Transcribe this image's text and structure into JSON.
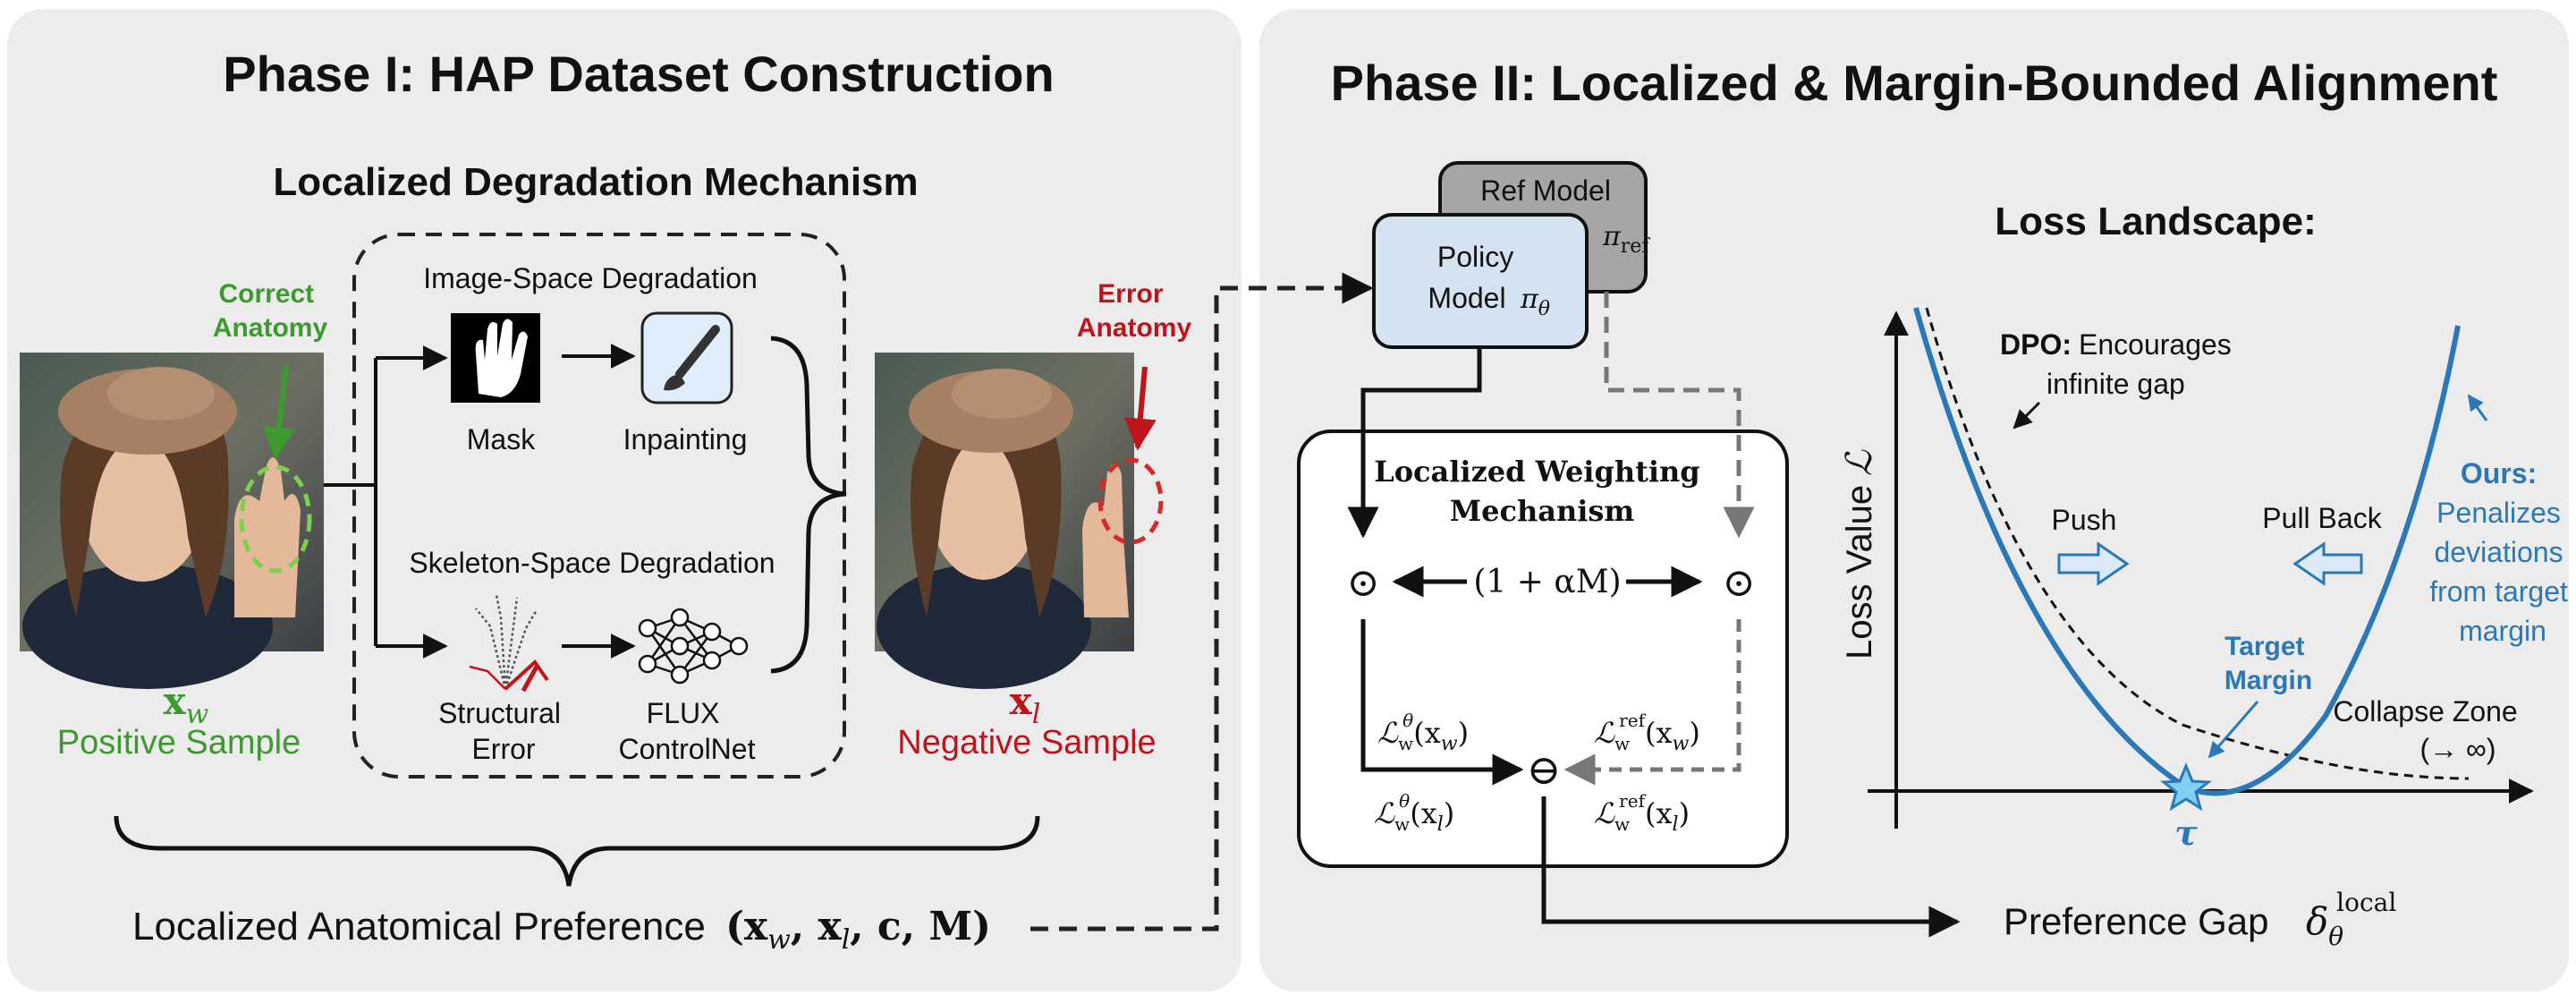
{
  "phase1": {
    "title": "Phase I: HAP Dataset Construction",
    "subtitle": "Localized Degradation Mechanism",
    "correct_anatomy": [
      "Correct",
      "Anatomy"
    ],
    "error_anatomy": [
      "Error",
      "Anatomy"
    ],
    "image_space": "Image-Space Degradation",
    "mask_label": "Mask",
    "inpainting_label": "Inpainting",
    "skeleton_space": "Skeleton-Space Degradation",
    "structural_error": [
      "Structural",
      "Error"
    ],
    "flux_controlnet": [
      "FLUX",
      "ControlNet"
    ],
    "xw_sym": "x",
    "xw_sub": "w",
    "positive_sample": "Positive Sample",
    "xl_sym": "x",
    "xl_sub": "l",
    "negative_sample": "Negative Sample",
    "preference_text": "Localized Anatomical Preference",
    "preference_tuple": "(x",
    "preference_tuple_parts": [
      "w",
      ", x",
      "l",
      ", c, M)"
    ]
  },
  "phase2": {
    "title": "Phase II: Localized & Margin-Bounded Alignment",
    "ref_model": "Ref Model",
    "pi_ref": "π",
    "pi_ref_sub": "ref",
    "policy_model": [
      "Policy",
      "Model"
    ],
    "pi_theta": "π",
    "pi_theta_sub": "θ",
    "weighting_title": [
      "Localized Weighting",
      "Mechanism"
    ],
    "odot": "⊙",
    "ominus": "⊖",
    "weight_expr": "(1 + αM)",
    "loss_theta_w": {
      "L": "ℒ",
      "sub": "w",
      "sup": "θ",
      "arg": "(x",
      "argsub": "w",
      "close": ")"
    },
    "loss_theta_l": {
      "L": "ℒ",
      "sub": "w",
      "sup": "θ",
      "arg": "(x",
      "argsub": "l",
      "close": ")"
    },
    "loss_ref_w": {
      "L": "ℒ",
      "sub": "w",
      "sup": "ref",
      "arg": "(x",
      "argsub": "w",
      "close": ")"
    },
    "loss_ref_l": {
      "L": "ℒ",
      "sub": "w",
      "sup": "ref",
      "arg": "(x",
      "argsub": "l",
      "close": ")"
    },
    "preference_gap": "Preference Gap",
    "delta": "δ",
    "delta_sub": "θ",
    "delta_sup": "local",
    "loss_landscape": "Loss Landscape:",
    "y_axis": "Loss Value",
    "y_axis_sym": "ℒ",
    "dpo_bold": "DPO:",
    "dpo_text": [
      "Encourages",
      "infinite gap"
    ],
    "push": "Push",
    "pull_back": "Pull Back",
    "ours_bold": "Ours:",
    "ours_text": [
      "Penalizes",
      "deviations",
      "from target",
      "margin"
    ],
    "target_margin": [
      "Target",
      "Margin"
    ],
    "collapse_zone": [
      "Collapse Zone",
      "(→ ∞)"
    ],
    "tau": "τ"
  },
  "colors": {
    "panel_bg": "#ececec",
    "green": "#3c9a2e",
    "red": "#c0141c",
    "blue": "#2a78b8",
    "policy_fill": "#d4e2f1",
    "ref_fill": "#a6a6a6"
  }
}
